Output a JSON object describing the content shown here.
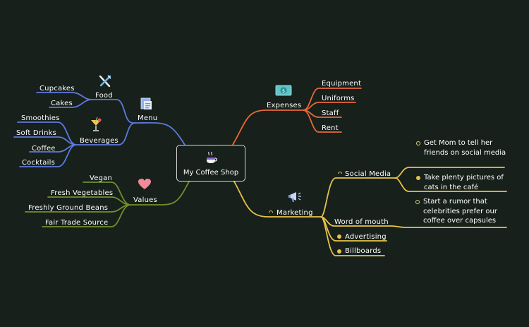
{
  "central": {
    "label": "My Coffee Shop",
    "icon": "coffee-cup-icon"
  },
  "colors": {
    "background": "#17201b",
    "menu": "#5d79e0",
    "values": "#6f8f2e",
    "expenses": "#e8683a",
    "marketing": "#e8c24a",
    "text": "#ffffff"
  },
  "branches": {
    "menu": {
      "label": "Menu",
      "icon": "menu-document-icon",
      "food": {
        "label": "Food",
        "icon": "fork-knife-icon",
        "items": [
          "Cupcakes",
          "Cakes"
        ]
      },
      "beverages": {
        "label": "Beverages",
        "icon": "cocktail-glass-icon",
        "items": [
          "Smoothies",
          "Soft Drinks",
          "Coffee",
          "Cocktails"
        ]
      }
    },
    "values": {
      "label": "Values",
      "icon": "heart-icon",
      "items": [
        "Vegan",
        "Fresh Vegetables",
        "Freshly Ground Beans",
        "Fair Trade Source"
      ]
    },
    "expenses": {
      "label": "Expenses",
      "icon": "money-bill-icon",
      "items": [
        "Equipment",
        "Uniforms",
        "Staff",
        "Rent"
      ]
    },
    "marketing": {
      "label": "Marketing",
      "icon": "megaphone-icon",
      "social_media": {
        "label": "Social Media",
        "items": [
          "Get Mom to tell her friends on social media",
          "Take plenty pictures of cats in the café"
        ]
      },
      "word_of_mouth": {
        "label": "Word of mouth",
        "items": [
          "Start a rumor that celebrities prefer our coffee over capsules"
        ]
      },
      "advertising": "Advertising",
      "billboards": "Billboards"
    }
  }
}
